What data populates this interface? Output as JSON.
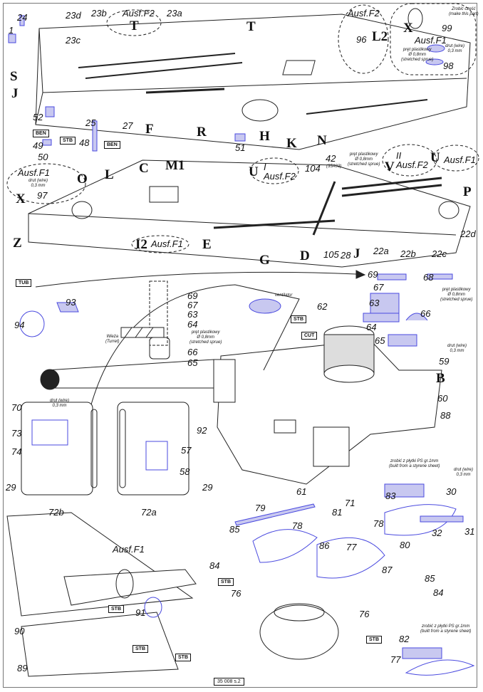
{
  "colors": {
    "line": "#222222",
    "part_highlight": "#4a4adf",
    "part_fill": "#c8c8f0",
    "frame": "#777777"
  },
  "page_number": "35 008 s.2",
  "labels": [
    {
      "text": "24",
      "kind": "num"
    },
    {
      "text": "1",
      "kind": "num"
    },
    {
      "text": "23d",
      "kind": "num"
    },
    {
      "text": "23c",
      "kind": "num"
    },
    {
      "text": "23b",
      "kind": "num"
    },
    {
      "text": "Ausf.F2",
      "kind": "ausf"
    },
    {
      "text": "T",
      "kind": "letter"
    },
    {
      "text": "23a",
      "kind": "num"
    },
    {
      "text": "T",
      "kind": "letter"
    },
    {
      "text": "S",
      "kind": "letter"
    },
    {
      "text": "J",
      "kind": "letter"
    },
    {
      "text": "52",
      "kind": "num"
    },
    {
      "text": "BEN",
      "kind": "box"
    },
    {
      "text": "49",
      "kind": "num"
    },
    {
      "text": "STB",
      "kind": "box"
    },
    {
      "text": "50",
      "kind": "num"
    },
    {
      "text": "48",
      "kind": "num"
    },
    {
      "text": "BEN",
      "kind": "box"
    },
    {
      "text": "25",
      "kind": "num"
    },
    {
      "text": "27",
      "kind": "num"
    },
    {
      "text": "F",
      "kind": "letter"
    },
    {
      "text": "R",
      "kind": "letter"
    },
    {
      "text": "H",
      "kind": "letter"
    },
    {
      "text": "51",
      "kind": "num"
    },
    {
      "text": "K",
      "kind": "letter"
    },
    {
      "text": "N",
      "kind": "letter"
    },
    {
      "text": "Ausf.F2",
      "kind": "ausf"
    },
    {
      "text": "96",
      "kind": "num"
    },
    {
      "text": "L2",
      "kind": "letter"
    },
    {
      "text": "X",
      "kind": "letter"
    },
    {
      "text": "Ausf.F1",
      "kind": "ausf"
    },
    {
      "text": "99",
      "kind": "num"
    },
    {
      "text": "Zrobić część\n(make this part)",
      "kind": "note"
    },
    {
      "text": "drut (wire)\n0,3 mm",
      "kind": "note"
    },
    {
      "text": "pręt plastikowy\nØ 0,8mm\n(stretched sprue)",
      "kind": "note"
    },
    {
      "text": "98",
      "kind": "num"
    },
    {
      "text": "Ausf.F1",
      "kind": "ausf"
    },
    {
      "text": "O",
      "kind": "letter"
    },
    {
      "text": "L",
      "kind": "letter"
    },
    {
      "text": "C",
      "kind": "letter"
    },
    {
      "text": "M1",
      "kind": "letter"
    },
    {
      "text": "U",
      "kind": "letter"
    },
    {
      "text": "I\nAusf.F2",
      "kind": "ausf"
    },
    {
      "text": "drut (wire)\n0,3 mm",
      "kind": "note"
    },
    {
      "text": "97",
      "kind": "num"
    },
    {
      "text": "X",
      "kind": "letter"
    },
    {
      "text": "Z",
      "kind": "letter"
    },
    {
      "text": "E",
      "kind": "letter"
    },
    {
      "text": "I2",
      "kind": "letter"
    },
    {
      "text": "Ausf.F1",
      "kind": "ausf"
    },
    {
      "text": "G",
      "kind": "letter"
    },
    {
      "text": "D",
      "kind": "letter"
    },
    {
      "text": "42",
      "kind": "num"
    },
    {
      "text": "(35A03)",
      "kind": "note"
    },
    {
      "text": "pręt plastikowy\nØ 0,8mm\n(stretched sprue)",
      "kind": "note"
    },
    {
      "text": "104",
      "kind": "num"
    },
    {
      "text": "II\nAusf.F2",
      "kind": "ausf"
    },
    {
      "text": "V",
      "kind": "letter"
    },
    {
      "text": "U",
      "kind": "letter"
    },
    {
      "text": "Ausf.F1",
      "kind": "ausf"
    },
    {
      "text": "P",
      "kind": "letter"
    },
    {
      "text": "J",
      "kind": "letter"
    },
    {
      "text": "105",
      "kind": "num"
    },
    {
      "text": "28",
      "kind": "num"
    },
    {
      "text": "22a",
      "kind": "num"
    },
    {
      "text": "22b",
      "kind": "num"
    },
    {
      "text": "22c",
      "kind": "num"
    },
    {
      "text": "22d",
      "kind": "num"
    },
    {
      "text": "TUB",
      "kind": "box"
    },
    {
      "text": "93",
      "kind": "num"
    },
    {
      "text": "94",
      "kind": "num"
    },
    {
      "text": "62",
      "kind": "num"
    },
    {
      "text": "69",
      "kind": "num"
    },
    {
      "text": "67",
      "kind": "num"
    },
    {
      "text": "63",
      "kind": "num"
    },
    {
      "text": "64",
      "kind": "num"
    },
    {
      "text": "pręt plastikowy\nØ 0,8mm\n(stretched sprue)",
      "kind": "note"
    },
    {
      "text": "66",
      "kind": "num"
    },
    {
      "text": "65",
      "kind": "num"
    },
    {
      "text": "Wieża\n(Turret)",
      "kind": "note"
    },
    {
      "text": "ventilator",
      "kind": "note"
    },
    {
      "text": "STB",
      "kind": "box"
    },
    {
      "text": "CUT",
      "kind": "box"
    },
    {
      "text": "69",
      "kind": "num"
    },
    {
      "text": "67",
      "kind": "num"
    },
    {
      "text": "68",
      "kind": "num"
    },
    {
      "text": "63",
      "kind": "num"
    },
    {
      "text": "pręt plastikowy\nØ 0,8mm\n(stretched sprue)",
      "kind": "note"
    },
    {
      "text": "66",
      "kind": "num"
    },
    {
      "text": "64",
      "kind": "num"
    },
    {
      "text": "65",
      "kind": "num"
    },
    {
      "text": "drut (wire)\n0,3 mm",
      "kind": "note"
    },
    {
      "text": "59",
      "kind": "num"
    },
    {
      "text": "B",
      "kind": "letter"
    },
    {
      "text": "60",
      "kind": "num"
    },
    {
      "text": "88",
      "kind": "num"
    },
    {
      "text": "drut (wire)\n0,3 mm",
      "kind": "note"
    },
    {
      "text": "70",
      "kind": "num"
    },
    {
      "text": "73",
      "kind": "num"
    },
    {
      "text": "74",
      "kind": "num"
    },
    {
      "text": "29",
      "kind": "num"
    },
    {
      "text": "72b",
      "kind": "num"
    },
    {
      "text": "92",
      "kind": "num"
    },
    {
      "text": "57",
      "kind": "num"
    },
    {
      "text": "58",
      "kind": "num"
    },
    {
      "text": "29",
      "kind": "num"
    },
    {
      "text": "72a",
      "kind": "num"
    },
    {
      "text": "61",
      "kind": "num"
    },
    {
      "text": "71",
      "kind": "num"
    },
    {
      "text": "79",
      "kind": "num"
    },
    {
      "text": "81",
      "kind": "num"
    },
    {
      "text": "85",
      "kind": "num"
    },
    {
      "text": "78",
      "kind": "num"
    },
    {
      "text": "86",
      "kind": "num"
    },
    {
      "text": "84",
      "kind": "num"
    },
    {
      "text": "STB",
      "kind": "box"
    },
    {
      "text": "76",
      "kind": "num"
    },
    {
      "text": "77",
      "kind": "num"
    },
    {
      "text": "87",
      "kind": "num"
    },
    {
      "text": "85",
      "kind": "num"
    },
    {
      "text": "84",
      "kind": "num"
    },
    {
      "text": "76",
      "kind": "num"
    },
    {
      "text": "STB",
      "kind": "box"
    },
    {
      "text": "82",
      "kind": "num"
    },
    {
      "text": "77",
      "kind": "num"
    },
    {
      "text": "zrobić z płytki PS gr.1mm\n(built from a styrene sheet)",
      "kind": "note"
    },
    {
      "text": "zrobić z płytki PS gr.1mm\n(built from a styrene sheet)",
      "kind": "note"
    },
    {
      "text": "83",
      "kind": "num"
    },
    {
      "text": "78",
      "kind": "num"
    },
    {
      "text": "drut (wire)\n0,3 mm",
      "kind": "note"
    },
    {
      "text": "30",
      "kind": "num"
    },
    {
      "text": "31",
      "kind": "num"
    },
    {
      "text": "32",
      "kind": "num"
    },
    {
      "text": "80",
      "kind": "num"
    },
    {
      "text": "Ausf.F1",
      "kind": "ausf"
    },
    {
      "text": "91",
      "kind": "num"
    },
    {
      "text": "STB",
      "kind": "box"
    },
    {
      "text": "STB",
      "kind": "box"
    },
    {
      "text": "STB",
      "kind": "box"
    },
    {
      "text": "90",
      "kind": "num"
    },
    {
      "text": "89",
      "kind": "num"
    }
  ]
}
